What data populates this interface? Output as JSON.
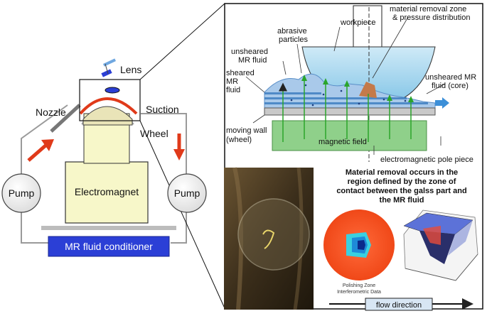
{
  "left": {
    "lens_label": "Lens",
    "nozzle_label": "Nozzle",
    "suction_label": "Suction",
    "wheel_label": "Wheel",
    "electromagnet_label": "Electromagnet",
    "pump_left_label": "Pump",
    "pump_right_label": "Pump",
    "conditioner_label": "MR fluid conditioner"
  },
  "detail": {
    "workpiece": "workpiece",
    "removal_zone_line1": "material removal zone",
    "removal_zone_line2": "& pressure distribution",
    "abrasive_line1": "abrasive",
    "abrasive_line2": "particles",
    "unsheared_line1": "unsheared",
    "unsheared_line2": "MR fluid",
    "sheared_line1": "sheared",
    "sheared_line2": "MR",
    "sheared_line3": "fluid",
    "unsheared_core_line1": "unsheared MR",
    "unsheared_core_line2": "fluid (core)",
    "moving_wall_line1": "moving wall",
    "moving_wall_line2": "(wheel)",
    "magnetic_field": "magnetic field",
    "pole_piece": "electromagnetic pole piece"
  },
  "bottom": {
    "removal_text_line1": "Material removal occurs in the",
    "removal_text_line2": "region defined by the zone of",
    "removal_text_line3": "contact between the galss part and",
    "removal_text_line4": "the MR fluid",
    "polishing_zone_line1": "Polishing Zone",
    "polishing_zone_line2": "Interferometric Data",
    "flow_direction": "flow direction"
  },
  "colors": {
    "conditioner_blue": "#2b3fd6",
    "electromagnet_fill": "#f7f7c9",
    "pole_green": "#8fd08a",
    "arrow_red": "#e03a1a",
    "mr_fluid_blue": "#5a8fc8"
  }
}
